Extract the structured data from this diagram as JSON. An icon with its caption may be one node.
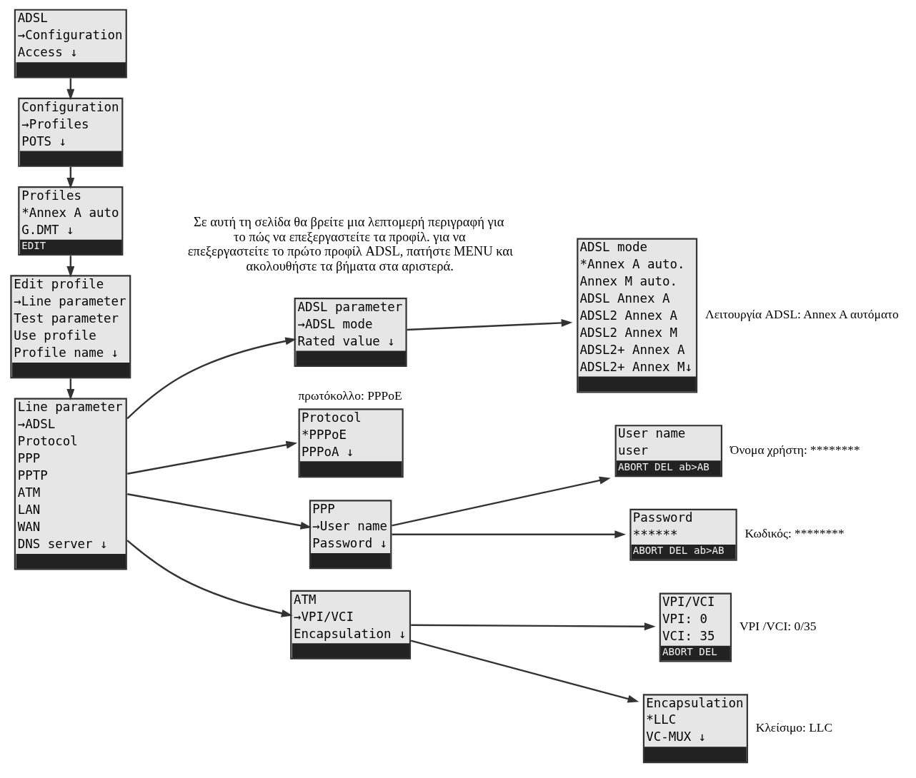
{
  "diagram": {
    "nodes": [
      {
        "text": [
          "ADSL",
          "→Configuration",
          "Access ↓"
        ]
      },
      {
        "text": [
          "Configuration",
          "→Profiles",
          "POTS ↓"
        ]
      },
      {
        "text": [
          "Profiles",
          "*Annex A auto",
          "G.DMT ↓",
          "EDIT"
        ]
      },
      {
        "text": [
          "Edit profile",
          "→Line parameter",
          "Test parameter",
          "Use profile",
          "Profile name ↓"
        ]
      },
      {
        "text": [
          "Line parameter",
          "→ADSL",
          "Protocol",
          "PPP",
          "PPTP",
          "ATM",
          "LAN",
          "WAN",
          "DNS server ↓"
        ]
      },
      {
        "text": [
          "ADSL parameter",
          "→ADSL mode",
          "Rated value ↓"
        ]
      },
      {
        "text": [
          "ADSL mode",
          "*Annex A auto.",
          "Annex M auto.",
          "ADSL Annex A",
          "ADSL2 Annex A",
          "ADSL2 Annex M",
          "ADSL2+ Annex A",
          "ADSL2+ Annex M↓"
        ],
        "beside": [
          "Λειτουργία ADSL: Annex A αυτόματο"
        ]
      },
      {
        "text": [
          "Protocol",
          "*PPPoE",
          "PPPoA ↓"
        ],
        "beside": [
          "πρωτόκολλο: PPPoE"
        ]
      },
      {
        "text": [
          "PPP",
          "→User name",
          "Password ↓"
        ]
      },
      {
        "text": [
          "User name",
          "user",
          "ABORT DEL ab>AB"
        ],
        "beside": [
          "Όνομα χρήστη: ********"
        ]
      },
      {
        "text": [
          "Password",
          "******",
          "ABORT DEL ab>AB"
        ],
        "beside": [
          "Κωδικός: ********"
        ]
      },
      {
        "text": [
          "ATM",
          "→VPI/VCI",
          "Encapsulation ↓"
        ]
      },
      {
        "text": [
          "VPI/VCI",
          "VPI: 0",
          "VCI: 35",
          "ABORT DEL"
        ],
        "beside": [
          "VPI /VCI: 0/35"
        ]
      },
      {
        "text": [
          "Encapsulation",
          "*LLC",
          "VC-MUX ↓"
        ],
        "beside": [
          "Κλείσιμο: LLC"
        ]
      }
    ],
    "edges": [
      {
        "from": 0,
        "to": 1,
        "arrow": "to"
      },
      {
        "from": 1,
        "to": 2,
        "arrow": "to"
      },
      {
        "from": 2,
        "to": 3,
        "arrow": "to"
      },
      {
        "from": 3,
        "to": 4,
        "arrow": "to"
      },
      {
        "from": 4,
        "to": 5,
        "arrow": "to"
      },
      {
        "from": 4,
        "to": 7,
        "arrow": "to"
      },
      {
        "from": 4,
        "to": 8,
        "arrow": "to"
      },
      {
        "from": 4,
        "to": 11,
        "arrow": "to"
      },
      {
        "from": 5,
        "to": 6,
        "arrow": "to"
      },
      {
        "from": 8,
        "to": 9,
        "arrow": "to"
      },
      {
        "from": 8,
        "to": 10,
        "arrow": "to"
      },
      {
        "from": 11,
        "to": 12,
        "arrow": "to"
      },
      {
        "from": 11,
        "to": 13,
        "arrow": "to"
      }
    ],
    "labels": [
      "Σε αυτή τη σελίδα θα βρείτε μια λεπτομερή περιγραφή για το πώς να επεξεργαστείτε τα προφίλ. για να επεξεργαστείτε το πρώτο προφίλ ADSL, πατήστε MENU και ακολουθήστε τα βήματα στα αριστερά."
    ]
  }
}
